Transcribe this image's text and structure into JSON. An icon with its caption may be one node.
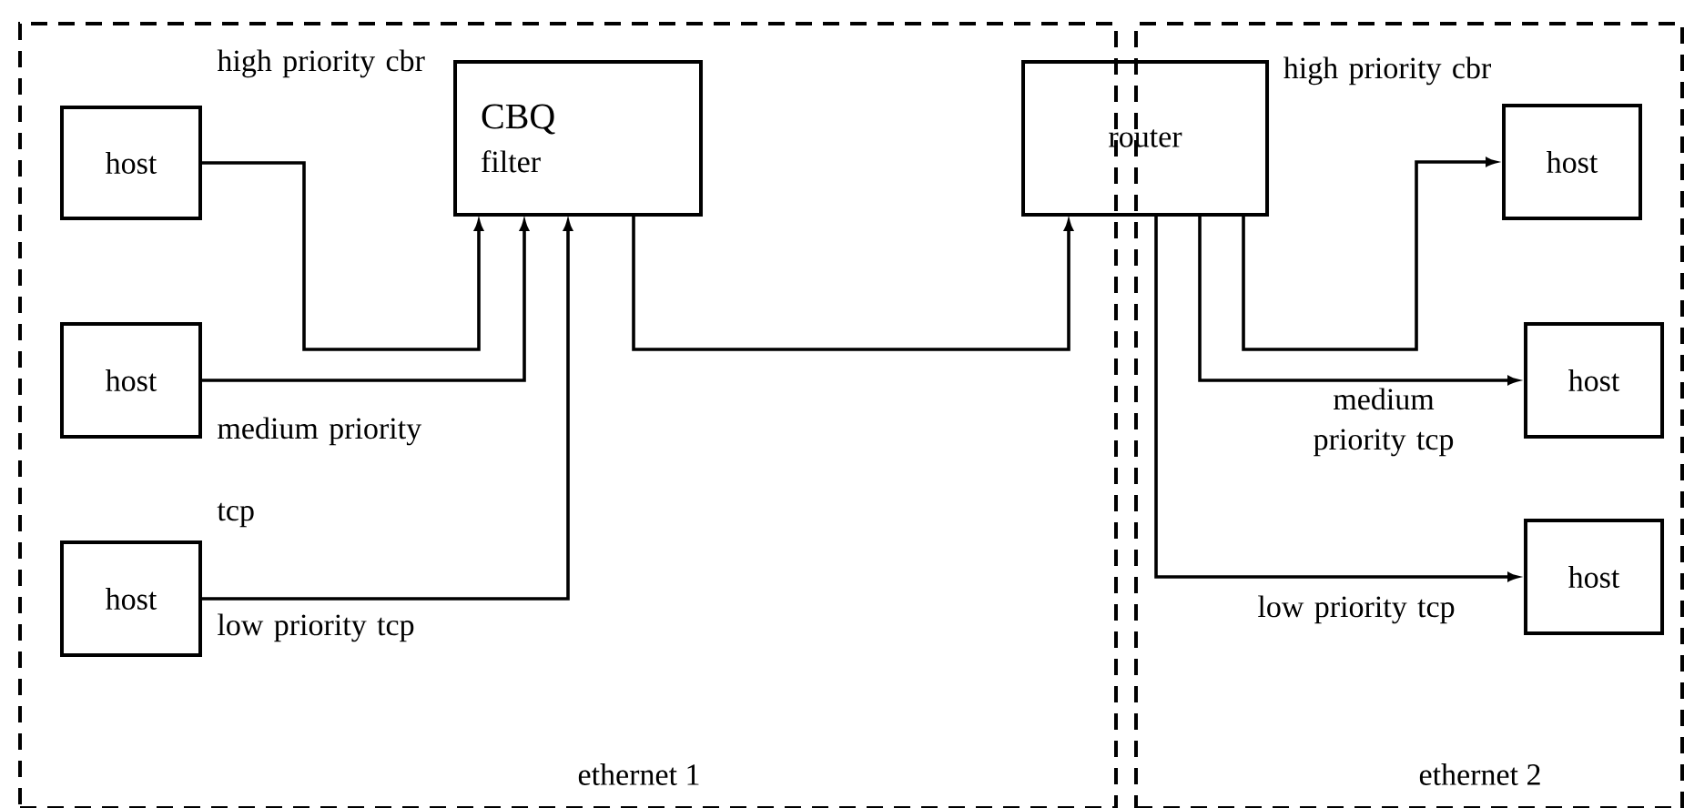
{
  "diagram": {
    "nodes": [
      {
        "text": [
          "ethernet 1"
        ]
      },
      {
        "text": [
          "host"
        ],
        "in": 0
      },
      {
        "text": [
          "CBQ",
          "filter"
        ],
        "in": 0
      },
      {
        "text": [
          "host"
        ],
        "in": 0
      },
      {
        "text": [
          "host"
        ],
        "in": 0
      },
      {
        "text": [
          "router"
        ]
      },
      {
        "text": [
          "ethernet 2"
        ]
      },
      {
        "text": [
          "host"
        ],
        "in": 6
      },
      {
        "text": [
          "host"
        ],
        "in": 6
      },
      {
        "text": [
          "host"
        ],
        "in": 6
      }
    ],
    "edges": [
      {
        "from": 1,
        "to": 2,
        "arrow": "to",
        "label": "high priority cbr"
      },
      {
        "from": 3,
        "to": 2,
        "arrow": "to",
        "label": "medium priority tcp"
      },
      {
        "from": 4,
        "to": 2,
        "arrow": "to",
        "label": "low priority tcp"
      },
      {
        "from": 2,
        "to": 5,
        "arrow": "to"
      },
      {
        "from": 5,
        "to": 7,
        "arrow": "to",
        "label": "high priority cbr"
      },
      {
        "from": 5,
        "to": 8,
        "arrow": "to",
        "label": "medium priority tcp"
      },
      {
        "from": 5,
        "to": 9,
        "arrow": "to",
        "label": "low priority tcp"
      }
    ]
  }
}
